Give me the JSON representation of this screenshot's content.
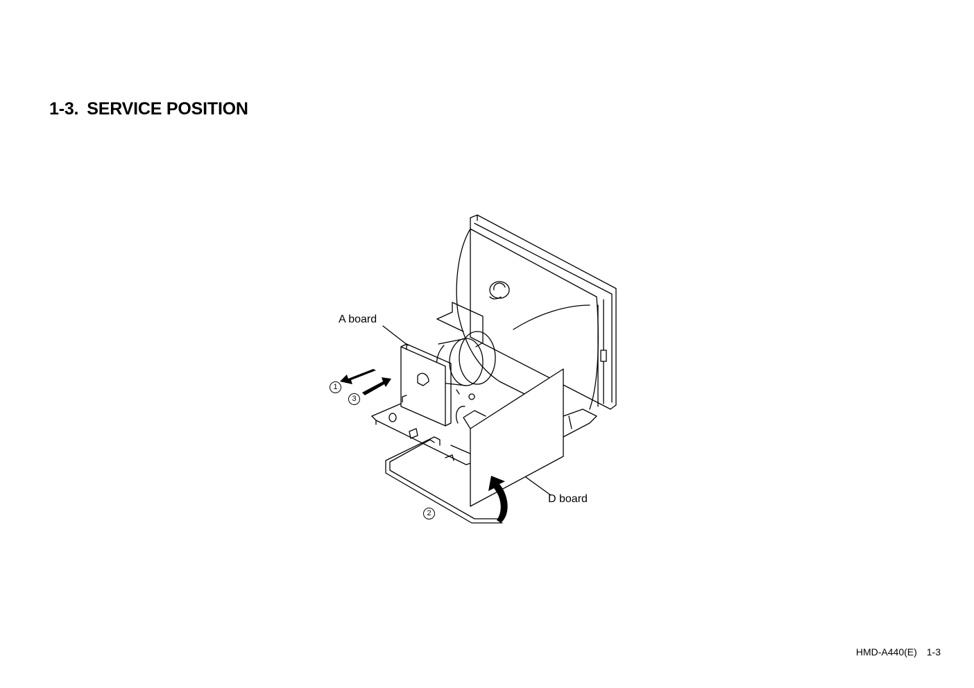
{
  "heading": {
    "number": "1-3.",
    "title": "SERVICE POSITION"
  },
  "diagram": {
    "labels": {
      "a_board": "A board",
      "d_board": "D board"
    },
    "steps": [
      "1",
      "2",
      "3"
    ],
    "icons": [
      "pull-out-arrow-icon",
      "push-in-arrow-icon",
      "rotate-up-arrow-icon"
    ]
  },
  "footer": {
    "model": "HMD-A440(E)",
    "page": "1-3"
  }
}
